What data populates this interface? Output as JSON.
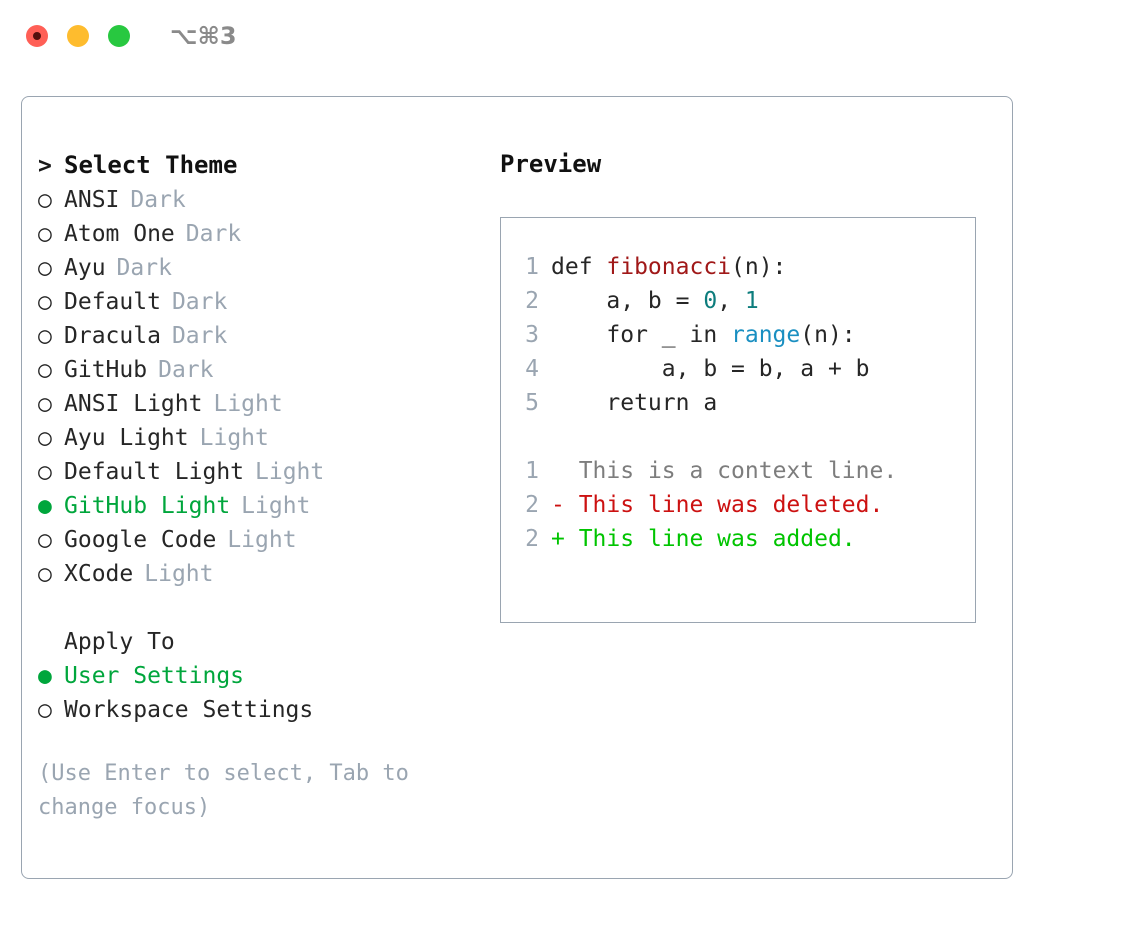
{
  "titlebar": {
    "shortcut": "⌥⌘3",
    "buttons": [
      {
        "name": "close",
        "color": "#ff5f56"
      },
      {
        "name": "minimize",
        "color": "#febc2e"
      },
      {
        "name": "zoom",
        "color": "#28c840"
      }
    ]
  },
  "colors": {
    "accent_green": "#00a63c",
    "muted": "#9aa5b1",
    "text": "#262626",
    "border": "#9aa5b1",
    "diff_add": "#00c400",
    "diff_del": "#cc1111",
    "diff_ctx": "#7d7d7d",
    "code_function": "#a01818",
    "code_number": "#0d7d7d",
    "code_builtin": "#1a8fc1"
  },
  "theme_list": {
    "header": {
      "marker": ">",
      "label": "Select Theme"
    },
    "items": [
      {
        "marker": "○",
        "label": "ANSI",
        "tag": "Dark",
        "selected": false
      },
      {
        "marker": "○",
        "label": "Atom One",
        "tag": "Dark",
        "selected": false
      },
      {
        "marker": "○",
        "label": "Ayu",
        "tag": "Dark",
        "selected": false
      },
      {
        "marker": "○",
        "label": "Default",
        "tag": "Dark",
        "selected": false
      },
      {
        "marker": "○",
        "label": "Dracula",
        "tag": "Dark",
        "selected": false
      },
      {
        "marker": "○",
        "label": "GitHub",
        "tag": "Dark",
        "selected": false
      },
      {
        "marker": "○",
        "label": "ANSI Light",
        "tag": "Light",
        "selected": false
      },
      {
        "marker": "○",
        "label": "Ayu Light",
        "tag": "Light",
        "selected": false
      },
      {
        "marker": "○",
        "label": "Default Light",
        "tag": "Light",
        "selected": false
      },
      {
        "marker": "●",
        "label": "GitHub Light",
        "tag": "Light",
        "selected": true
      },
      {
        "marker": "○",
        "label": "Google Code",
        "tag": "Light",
        "selected": false
      },
      {
        "marker": "○",
        "label": "XCode",
        "tag": "Light",
        "selected": false
      }
    ]
  },
  "apply_to": {
    "header": {
      "marker": " ",
      "label": "Apply To"
    },
    "options": [
      {
        "marker": "●",
        "label": "User Settings",
        "selected": true
      },
      {
        "marker": "○",
        "label": "Workspace Settings",
        "selected": false
      }
    ]
  },
  "hint": "(Use Enter to select, Tab to change focus)",
  "preview": {
    "title": "Preview",
    "code_lines": [
      {
        "number": "1",
        "tokens": [
          {
            "text": "def ",
            "style": "plain"
          },
          {
            "text": "fibonacci",
            "style": "fn"
          },
          {
            "text": "(n):",
            "style": "plain"
          }
        ]
      },
      {
        "number": "2",
        "tokens": [
          {
            "text": "    a, b = ",
            "style": "plain"
          },
          {
            "text": "0",
            "style": "num"
          },
          {
            "text": ", ",
            "style": "plain"
          },
          {
            "text": "1",
            "style": "num"
          }
        ]
      },
      {
        "number": "3",
        "tokens": [
          {
            "text": "    for _ in ",
            "style": "plain"
          },
          {
            "text": "range",
            "style": "builtin"
          },
          {
            "text": "(n):",
            "style": "plain"
          }
        ]
      },
      {
        "number": "4",
        "tokens": [
          {
            "text": "        a, b = b, a + b",
            "style": "plain"
          }
        ]
      },
      {
        "number": "5",
        "tokens": [
          {
            "text": "    return a",
            "style": "plain"
          }
        ]
      }
    ],
    "diff_lines": [
      {
        "number": "1",
        "sign": " ",
        "text": " This is a context line.",
        "kind": "ctx"
      },
      {
        "number": "2",
        "sign": "-",
        "text": " This line was deleted.",
        "kind": "del"
      },
      {
        "number": "2",
        "sign": "+",
        "text": " This line was added.",
        "kind": "add"
      }
    ]
  }
}
